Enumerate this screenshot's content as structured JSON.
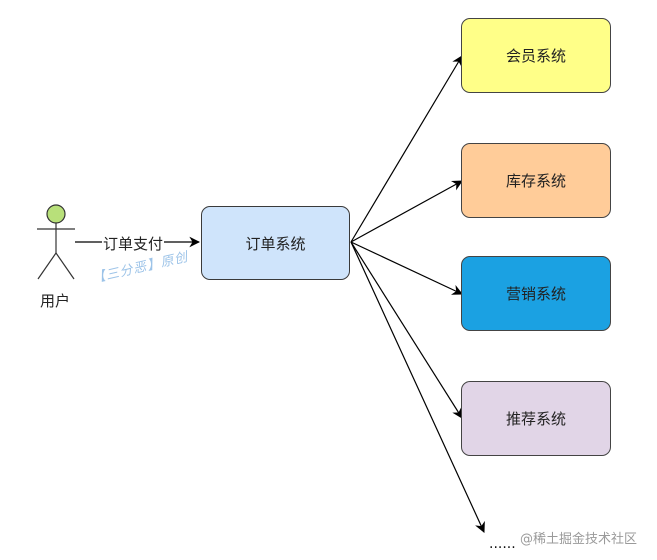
{
  "diagram": {
    "edge_label": "订单支付",
    "user_label": "用户",
    "watermark": "【三分恶】原创",
    "ellipsis": "......",
    "site_watermark": "@稀土掘金技术社区",
    "nodes": {
      "order": {
        "label": "订单系统",
        "color": "#cfe4fb"
      },
      "member": {
        "label": "会员系统",
        "color": "#ffff88"
      },
      "inventory": {
        "label": "库存系统",
        "color": "#ffcc99"
      },
      "marketing": {
        "label": "营销系统",
        "color": "#1ba1e2"
      },
      "recommend": {
        "label": "推荐系统",
        "color": "#e1d5e7"
      }
    },
    "actor_color": "#b8e07a"
  }
}
